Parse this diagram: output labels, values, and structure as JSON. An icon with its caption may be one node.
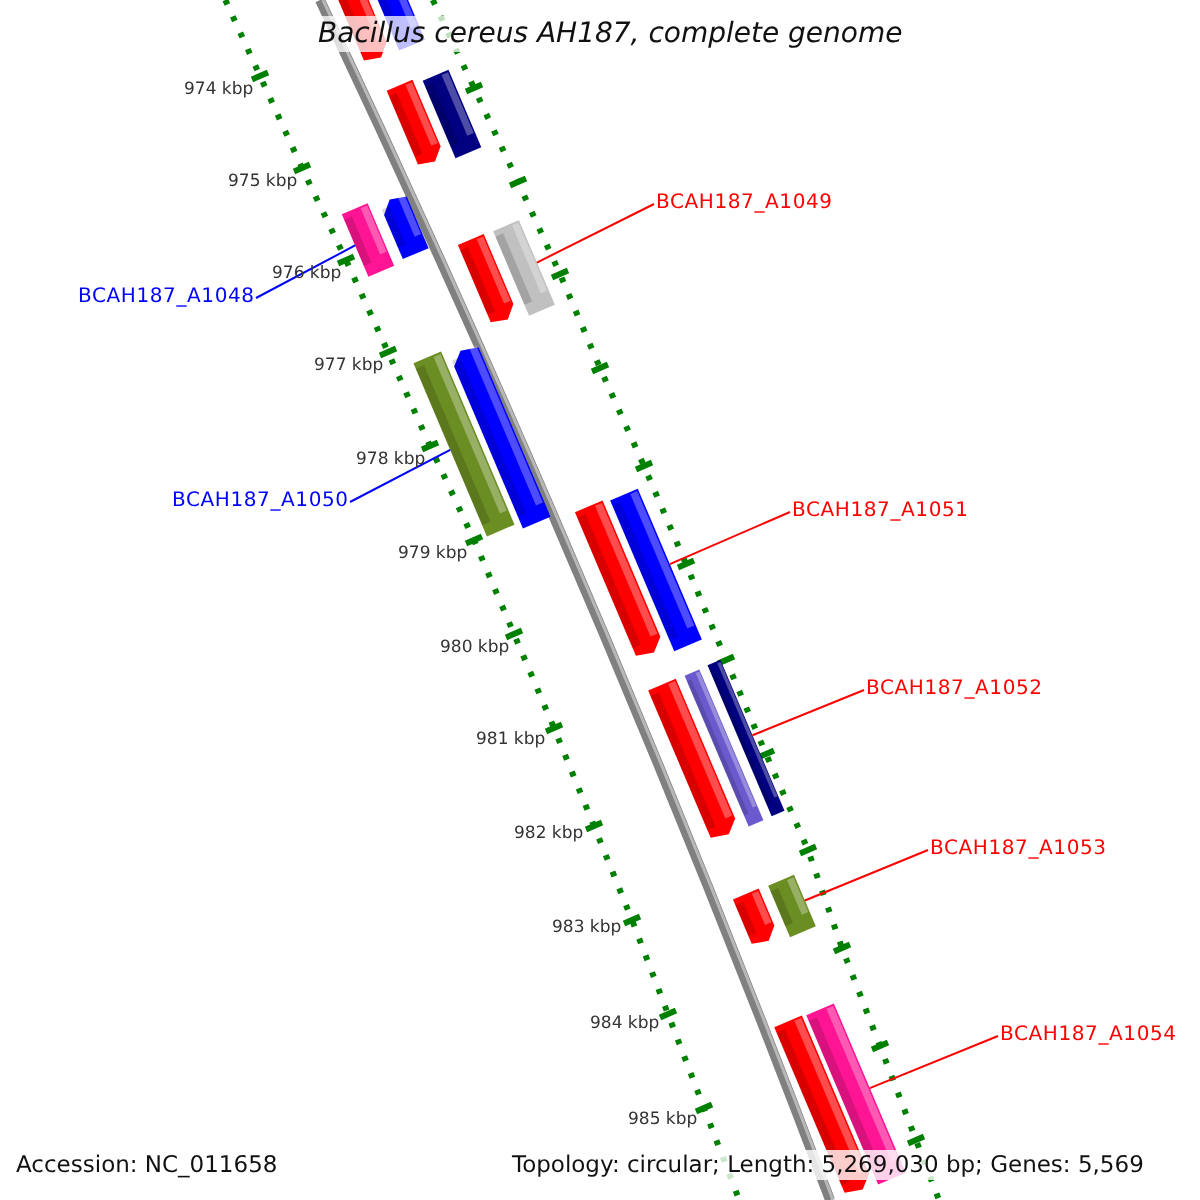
{
  "diagram": {
    "title": "Bacillus cereus AH187, complete genome",
    "nodes": [
      {
        "text": [
          "BCAH187_A1049"
        ]
      },
      {
        "text": [
          "BCAH187_A1048"
        ]
      },
      {
        "text": [
          "BCAH187_A1050"
        ]
      },
      {
        "text": [
          "BCAH187_A1051"
        ]
      },
      {
        "text": [
          "BCAH187_A1052"
        ]
      },
      {
        "text": [
          "BCAH187_A1053"
        ]
      },
      {
        "text": [
          "BCAH187_A1054"
        ]
      },
      {
        "text": [],
        "shape": "bar"
      },
      {
        "text": [],
        "shape": "bar"
      },
      {
        "text": [],
        "shape": "bar"
      },
      {
        "text": [],
        "shape": "bar"
      },
      {
        "text": [],
        "shape": "bar"
      },
      {
        "text": [],
        "shape": "bar"
      },
      {
        "text": [],
        "shape": "bar"
      }
    ],
    "edges": [
      {
        "from": 0,
        "to": 8,
        "arrow": "none"
      },
      {
        "from": 1,
        "to": 7,
        "arrow": "none",
        "color": "#0000ff"
      },
      {
        "from": 2,
        "to": 9,
        "arrow": "none",
        "color": "#0000ff"
      },
      {
        "from": 3,
        "to": 10,
        "arrow": "none"
      },
      {
        "from": 4,
        "to": 11,
        "arrow": "none"
      },
      {
        "from": 5,
        "to": 12,
        "arrow": "none"
      },
      {
        "from": 6,
        "to": 13,
        "arrow": "none"
      }
    ],
    "labels": [
      "974 kbp",
      "975 kbp",
      "976 kbp",
      "977 kbp",
      "978 kbp",
      "979 kbp",
      "980 kbp",
      "981 kbp",
      "982 kbp",
      "983 kbp",
      "984 kbp",
      "985 kbp",
      "Accession: NC_011658",
      "Topology: circular; Length: 5,269,030 bp; Genes: 5,569"
    ]
  }
}
